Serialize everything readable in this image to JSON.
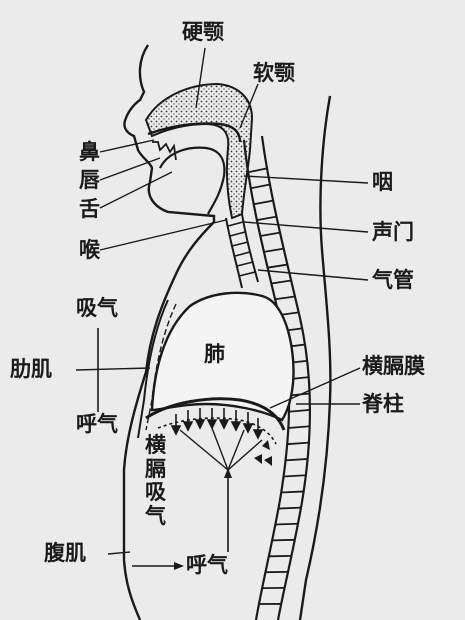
{
  "labels": {
    "hard_palate": "硬颚",
    "soft_palate": "软颚",
    "nose": "鼻",
    "lips": "唇",
    "tongue": "舌",
    "larynx": "喉",
    "pharynx": "咽",
    "glottis": "声门",
    "trachea": "气管",
    "inhale": "吸气",
    "ribs_muscle": "肋肌",
    "exhale": "呼气",
    "lung": "肺",
    "diaphragm": "横膈膜",
    "spine": "脊柱",
    "diaphragm_inhale_1": "横",
    "diaphragm_inhale_2": "膈",
    "diaphragm_inhale_3": "吸",
    "diaphragm_inhale_4": "气",
    "abdominal_muscle": "腹肌",
    "exhale_bottom": "呼气"
  },
  "colors": {
    "background": "#ebebeb",
    "ink": "#1a1a1a",
    "stipple": "#bdbdbd",
    "lung_fill": "#f4f4f4"
  }
}
